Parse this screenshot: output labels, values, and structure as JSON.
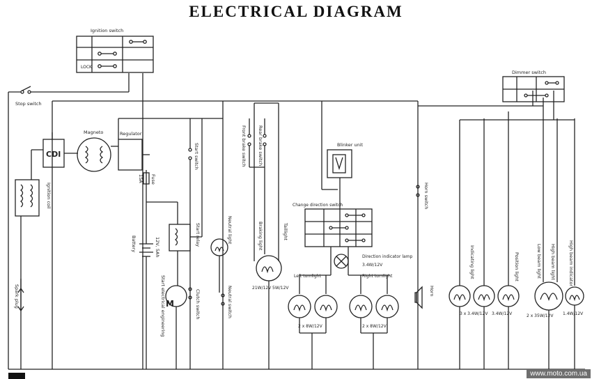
{
  "title": "ELECTRICAL DIAGRAM",
  "watermark": "www.moto.com.ua",
  "labels": {
    "ignition_switch": "Ignition switch",
    "dimmer_switch": "Dimmer switch",
    "stop_switch": "Stop switch",
    "magneto": "Magneto",
    "regulator": "Regulator",
    "cdi": "CDI",
    "ignition_coil": "Ignition coil",
    "spark_plug": "Spark plug",
    "fuse": "Fuse",
    "fuse_rating": "15A",
    "battery": "Battery",
    "battery_rating": "12V, 5Ah",
    "start_relay": "Start relay",
    "start_switch": "Start switch",
    "start_motor": "Start electrical engineering",
    "motor_symbol": "M",
    "clutch_switch": "Clutch switch",
    "neutral_light": "Neutral light",
    "neutral_switch": "Neutral switch",
    "front_brake_switch": "Front brake switch",
    "rear_brake_switch": "Rear brake switch",
    "braking_light": "Braking light",
    "taillight": "Taillight",
    "brake_rating": "21W/12V",
    "tail_rating": "5W/12V",
    "blinker_unit": "Blinker unit",
    "change_direction_switch": "Change direction switch",
    "direction_indicator_lamp": "Direction indicator lamp",
    "direction_lamp_rating": "3.4W/12V",
    "left_turnlight": "Left turnlight",
    "right_turnlight": "Right turnlight",
    "left_turn_rating": "2 x 8W/12V",
    "right_turn_rating": "2 x 8W/12V",
    "horn_switch": "Horn switch",
    "horn": "Horn",
    "indicating_light": "Indicating light",
    "indicating_rating": "3 x 3.4W/12V",
    "position_light": "Position light",
    "position_rating": "3.4W/12V",
    "low_beam_light": "Low beam light",
    "high_beam_light": "High beam light",
    "head_rating": "2 x 35W/12V",
    "high_beam_indicator": "High beam indicator",
    "high_indicator_rating": "1.4W/12V",
    "lock": "LOCK"
  }
}
